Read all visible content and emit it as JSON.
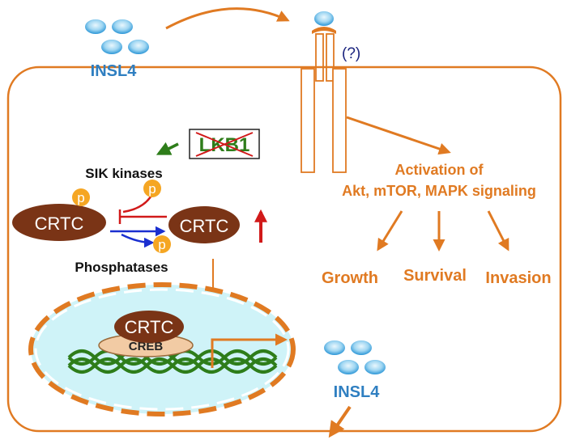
{
  "colors": {
    "orange": "#e07a22",
    "orange_text": "#e07a22",
    "blue_text": "#2f7fc1",
    "navy": "#1a237e",
    "brown": "#7a3416",
    "green": "#2e7d1a",
    "red": "#d11a1a",
    "blue_arrow": "#1a2fd0",
    "p_circle": "#f5a623",
    "nucleus_fill": "#cff3f8",
    "creb_fill": "#f2cba4",
    "ligand_light": "#d6f0fb",
    "ligand_dark": "#2a95d6"
  },
  "ligand": {
    "label_top": "INSL4",
    "label_bottom": "INSL4"
  },
  "receptor": {
    "unknown_label": "(?)"
  },
  "lkb1": {
    "label": "LKB1"
  },
  "crtc_label": "CRTC",
  "creb_label": "CREB",
  "p_label": "p",
  "sik_label": "SIK kinases",
  "phosphatases_label": "Phosphatases",
  "activation": {
    "line1": "Activation of",
    "line2": "Akt, mTOR, MAPK signaling"
  },
  "outcomes": {
    "growth": "Growth",
    "survival": "Survival",
    "invasion": "Invasion"
  }
}
